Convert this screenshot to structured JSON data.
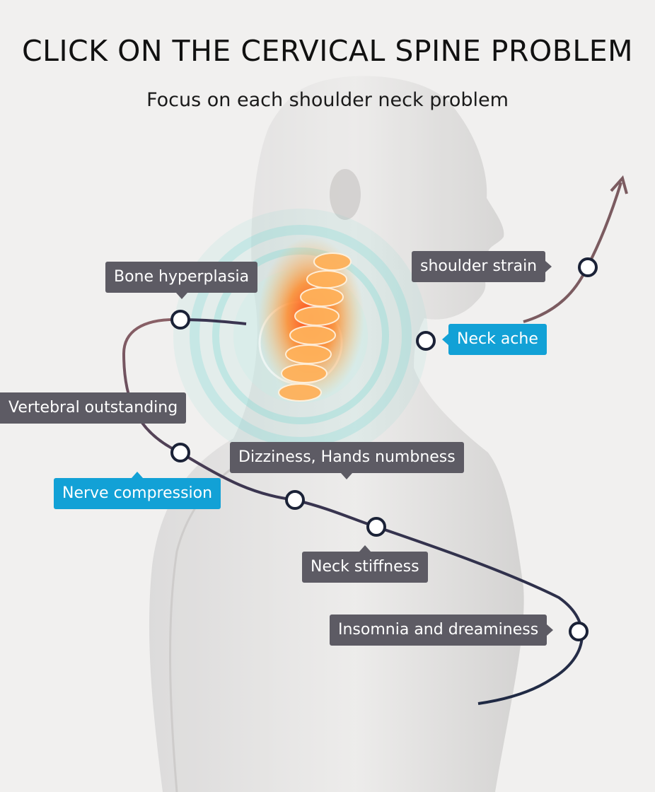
{
  "title": "CLICK ON THE CERVICAL SPINE PROBLEM",
  "subtitle": "Focus on each shoulder neck problem",
  "colors": {
    "gray_tag": "#5d5b64",
    "blue_tag": "#12a1d6",
    "curve_dark": "#1f2a44",
    "curve_brown": "#7b5b60",
    "glow": "#6fd7d2",
    "spine": "#f07a2a"
  },
  "problems": [
    {
      "label": "shoulder strain",
      "style": "gray"
    },
    {
      "label": "Bone hyperplasia",
      "style": "gray"
    },
    {
      "label": "Neck ache",
      "style": "blue"
    },
    {
      "label": "Vertebral outstanding",
      "style": "gray"
    },
    {
      "label": "Dizziness, Hands numbness",
      "style": "gray"
    },
    {
      "label": "Nerve compression",
      "style": "blue"
    },
    {
      "label": "Neck stiffness",
      "style": "gray"
    },
    {
      "label": "Insomnia and dreaminess",
      "style": "gray"
    }
  ]
}
